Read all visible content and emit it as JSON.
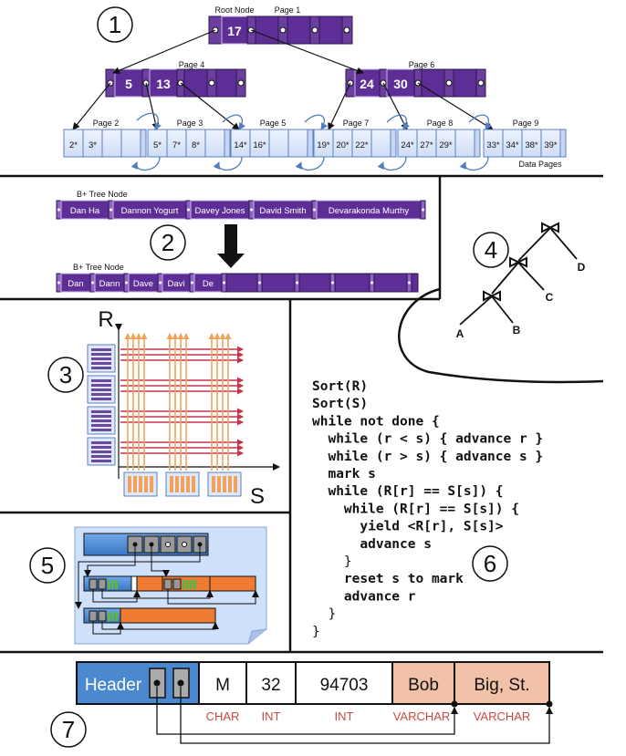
{
  "colors": {
    "node_purple": "#5b2f8f",
    "node_dark": "#3e1f66",
    "page_blue": "#dfe9fb",
    "page_border": "#5b7fc8",
    "arrow_blue": "#4f7fc0",
    "tuple_orange": "#f2c2a8",
    "header_blue": "#4a88cf",
    "red_label": "#c44a43",
    "grid_red": "#c7324c",
    "grid_orange": "#f2a35a",
    "hatch_purple": "#6a4aa0"
  },
  "panel1": {
    "number": "1",
    "root_label": "Root Node",
    "page1_label": "Page 1",
    "root_key": "17",
    "page4_label": "Page 4",
    "page4_keys": [
      "5",
      "13"
    ],
    "page6_label": "Page 6",
    "page6_keys": [
      "24",
      "30"
    ],
    "leaf_pages": [
      {
        "label": "Page 2",
        "keys": [
          "2*",
          "3*",
          "",
          ""
        ]
      },
      {
        "label": "Page 3",
        "keys": [
          "5*",
          "7*",
          "8*",
          ""
        ]
      },
      {
        "label": "Page 5",
        "keys": [
          "14*",
          "16*",
          "",
          ""
        ]
      },
      {
        "label": "Page 7",
        "keys": [
          "19*",
          "20*",
          "22*",
          ""
        ]
      },
      {
        "label": "Page 8",
        "keys": [
          "24*",
          "27*",
          "29*",
          ""
        ]
      },
      {
        "label": "Page 9",
        "keys": [
          "33*",
          "34*",
          "38*",
          "39*"
        ]
      }
    ],
    "data_pages_label": "Data Pages"
  },
  "panel2": {
    "number": "2",
    "top_label": "B+ Tree Node",
    "top_keys": [
      "Dan Ha",
      "Dannon Yogurt",
      "Davey Jones",
      "David Smith",
      "Devarakonda Murthy"
    ],
    "bottom_label": "B+ Tree Node",
    "bottom_keys": [
      "Dan",
      "Dann",
      "Dave",
      "Davi",
      "De"
    ]
  },
  "panel3": {
    "number": "3",
    "r_label": "R",
    "s_label": "S"
  },
  "panel4": {
    "number": "4",
    "leaves": [
      "A",
      "B",
      "C",
      "D"
    ]
  },
  "panel5": {
    "number": "5"
  },
  "panel6": {
    "number": "6",
    "code_lines": [
      "Sort(R)",
      "Sort(S)",
      "while not done {",
      "  while (r < s) { advance r }",
      "  while (r > s) { advance s }",
      "  mark s",
      "  while (R[r] == S[s]) {",
      "    while (R[r] == S[s]) {",
      "      yield <R[r], S[s]>",
      "      advance s",
      "    }",
      "    reset s to mark",
      "    advance r",
      "  }",
      "}"
    ]
  },
  "panel7": {
    "number": "7",
    "header_label": "Header",
    "fields": [
      "M",
      "32",
      "94703",
      "Bob",
      "Big, St."
    ],
    "types": [
      "CHAR",
      "INT",
      "INT",
      "VARCHAR",
      "VARCHAR"
    ]
  }
}
